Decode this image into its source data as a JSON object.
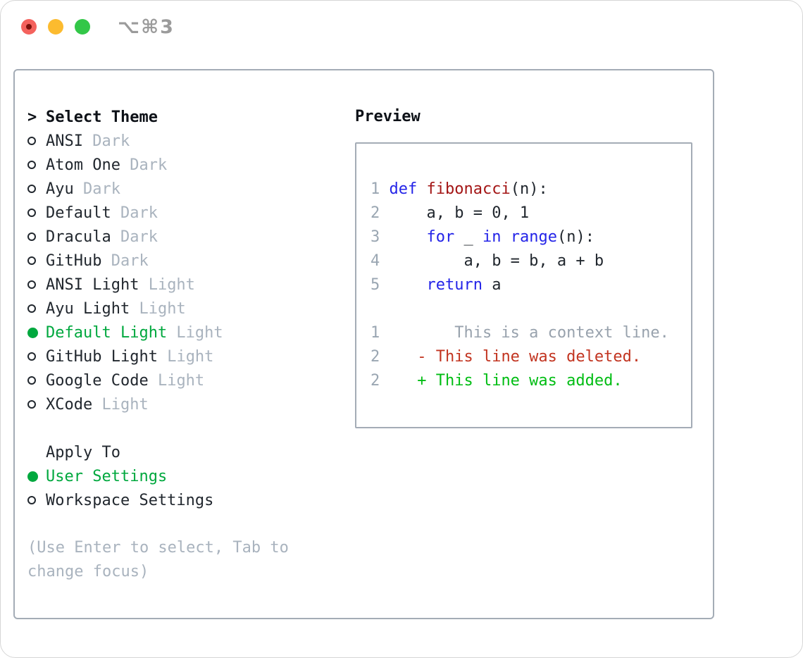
{
  "window": {
    "title": "⌥⌘3",
    "buttons": {
      "close": "close",
      "minimize": "minimize",
      "zoom": "zoom"
    }
  },
  "theme_selector": {
    "header": {
      "marker": ">",
      "label": "Select Theme"
    },
    "items": [
      {
        "name": "ANSI",
        "variant": "Dark",
        "selected": false
      },
      {
        "name": "Atom One",
        "variant": "Dark",
        "selected": false
      },
      {
        "name": "Ayu",
        "variant": "Dark",
        "selected": false
      },
      {
        "name": "Default",
        "variant": "Dark",
        "selected": false
      },
      {
        "name": "Dracula",
        "variant": "Dark",
        "selected": false
      },
      {
        "name": "GitHub",
        "variant": "Dark",
        "selected": false
      },
      {
        "name": "ANSI Light",
        "variant": "Light",
        "selected": false
      },
      {
        "name": "Ayu Light",
        "variant": "Light",
        "selected": false
      },
      {
        "name": "Default Light",
        "variant": "Light",
        "selected": true
      },
      {
        "name": "GitHub Light",
        "variant": "Light",
        "selected": false
      },
      {
        "name": "Google Code",
        "variant": "Light",
        "selected": false
      },
      {
        "name": "XCode",
        "variant": "Light",
        "selected": false
      }
    ]
  },
  "apply_to": {
    "label": "Apply To",
    "options": [
      {
        "name": "User Settings",
        "selected": true
      },
      {
        "name": "Workspace Settings",
        "selected": false
      }
    ]
  },
  "help_text": "(Use Enter to select, Tab to change focus)",
  "preview": {
    "label": "Preview",
    "lines": [
      {
        "segs": [
          [
            "1 ",
            "ln"
          ],
          [
            "def",
            "kw"
          ],
          [
            " ",
            "fg"
          ],
          [
            "fibonacci",
            "fn"
          ],
          [
            "(n):",
            "fg"
          ]
        ]
      },
      {
        "segs": [
          [
            "2 ",
            "ln"
          ],
          [
            "    a, b = 0, 1",
            "fg"
          ]
        ]
      },
      {
        "segs": [
          [
            "3 ",
            "ln"
          ],
          [
            "    ",
            "fg"
          ],
          [
            "for",
            "kw"
          ],
          [
            " _ ",
            "fg"
          ],
          [
            "in",
            "kw"
          ],
          [
            " ",
            "fg"
          ],
          [
            "range",
            "kw"
          ],
          [
            "(n):",
            "fg"
          ]
        ]
      },
      {
        "segs": [
          [
            "4 ",
            "ln"
          ],
          [
            "        a, b = b, a + b",
            "fg"
          ]
        ]
      },
      {
        "segs": [
          [
            "5 ",
            "ln"
          ],
          [
            "    ",
            "fg"
          ],
          [
            "return",
            "kw"
          ],
          [
            " a",
            "fg"
          ]
        ]
      },
      {
        "segs": []
      },
      {
        "segs": [
          [
            "1",
            "ln"
          ],
          [
            "        This is a context line.",
            "ctx"
          ]
        ]
      },
      {
        "segs": [
          [
            "2",
            "ln"
          ],
          [
            "    ",
            "fg"
          ],
          [
            "- This line was deleted.",
            "del"
          ]
        ]
      },
      {
        "segs": [
          [
            "2",
            "ln"
          ],
          [
            "    ",
            "fg"
          ],
          [
            "+ This line was added.",
            "add"
          ]
        ]
      }
    ]
  },
  "colors": {
    "heading": "#0d1117",
    "fg": "#21272e",
    "muted": "#a9b3be",
    "sel": "#00a83e",
    "ln": "#9aa6b2",
    "kw": "#2424e8",
    "fn": "#a31515",
    "del": "#c23420",
    "add": "#00bd13",
    "ctx": "#98a2ad",
    "border": "#a4acb6",
    "title": "#9b9b9b",
    "tl_red": "#f4625d",
    "tl_red_dot": "#7c120c",
    "tl_yellow": "#fcbb2f",
    "tl_green": "#33c748"
  }
}
